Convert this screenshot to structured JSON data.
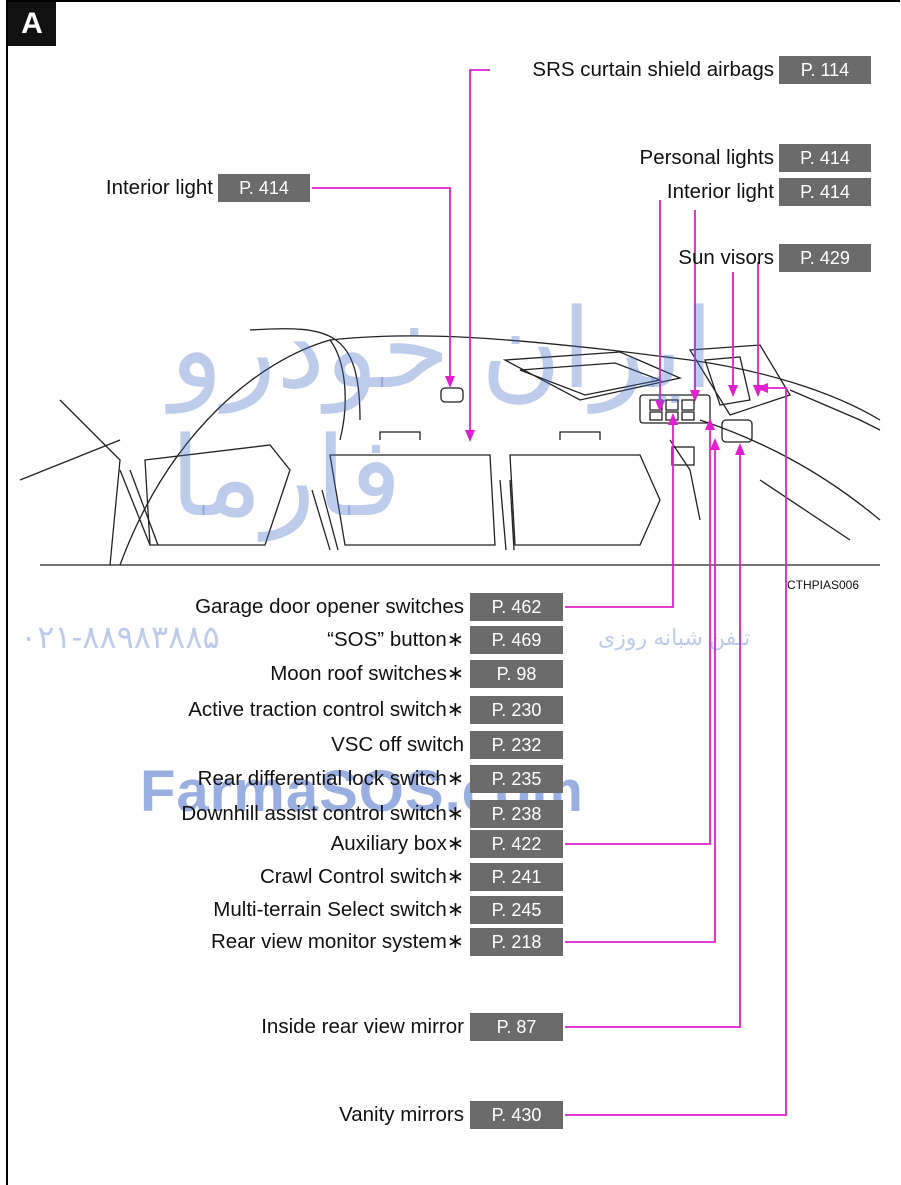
{
  "figure": {
    "badge": "A",
    "image_code": "CTHPIAS006",
    "accent_color": "#e21fd0",
    "page_ref_color": "#6b6b6b"
  },
  "callouts_top": [
    {
      "label": "SRS curtain shield airbags",
      "page": "P. 114"
    },
    {
      "label": "Interior light",
      "page": "P. 414"
    },
    {
      "label": "Personal lights",
      "page": "P. 414"
    },
    {
      "label": "Interior light",
      "page": "P. 414"
    },
    {
      "label": "Sun visors",
      "page": "P. 429"
    }
  ],
  "callouts_bottom": [
    {
      "label": "Garage door opener switches",
      "page": "P. 462"
    },
    {
      "label": "“SOS” button∗",
      "page": "P. 469"
    },
    {
      "label": "Moon roof switches∗",
      "page": "P. 98"
    },
    {
      "label": "Active traction control switch∗",
      "page": "P. 230"
    },
    {
      "label": "VSC off switch",
      "page": "P. 232"
    },
    {
      "label": "Rear differential lock switch∗",
      "page": "P. 235"
    },
    {
      "label": "Downhill assist control switch∗",
      "page": "P. 238"
    },
    {
      "label": "Auxiliary box∗",
      "page": "P. 422"
    },
    {
      "label": "Crawl Control switch∗",
      "page": "P. 241"
    },
    {
      "label": "Multi-terrain Select switch∗",
      "page": "P. 245"
    },
    {
      "label": "Rear view monitor system∗",
      "page": "P. 218"
    },
    {
      "label": "Inside rear view mirror",
      "page": "P. 87"
    },
    {
      "label": "Vanity mirrors",
      "page": "P. 430"
    }
  ],
  "watermarks": {
    "arabic_large": "ایران خودرو فارما",
    "phone": "۰۲۱-۸۸۹۸۳۸۸۵",
    "arabic_small": "تلفن شبانه روزی",
    "site": "FarmaSOS.com"
  }
}
